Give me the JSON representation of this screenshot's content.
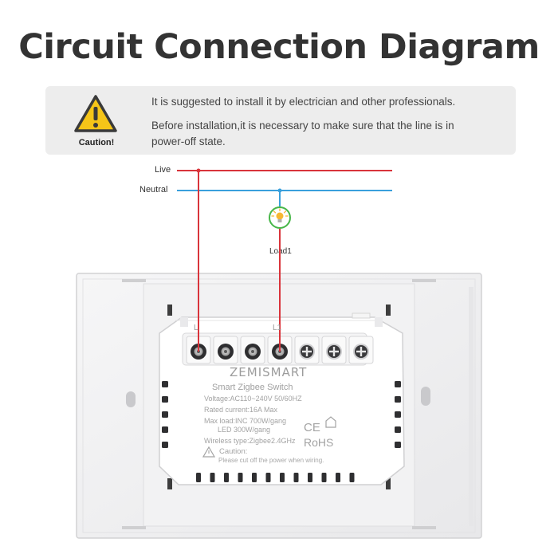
{
  "title": "Circuit Connection Diagram",
  "notice": {
    "caution_label": "Caution!",
    "line1": "It is suggested to install it by electrician and other professionals.",
    "line2": "Before installation,it is necessary to make sure that the line is in power-off state."
  },
  "wiring": {
    "live_label": "Live",
    "neutral_label": "Neutral",
    "load_label": "Load1",
    "live_color": "#d9343b",
    "neutral_color": "#3aa0dc"
  },
  "device": {
    "terminal_l": "L",
    "terminal_l1": "L1",
    "brand": "ZEMISMART",
    "product": "Smart Zigbee Switch",
    "voltage": "Voltage:AC110~240V   50/60HZ",
    "rated_current": "Rated current:16A Max",
    "max_load": "Max load:INC 700W/gang",
    "max_load_led": "LED 300W/gang",
    "wireless": "Wireless type:Zigbee2.4GHz",
    "ce_mark": "CE",
    "rohs": "RoHS",
    "caution_title": "Caution:",
    "caution_text": "Please cut off the power when wiring."
  }
}
